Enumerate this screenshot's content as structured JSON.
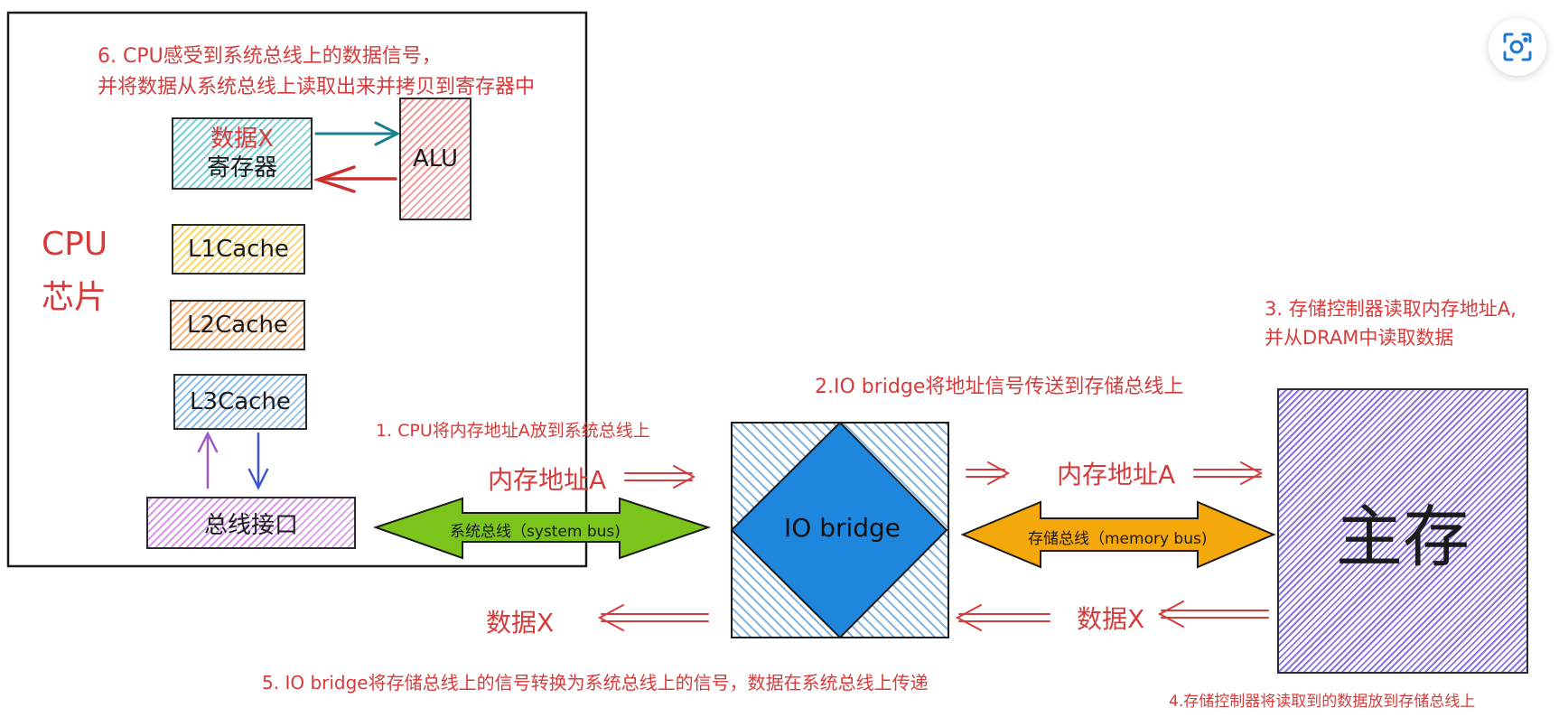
{
  "cpu": {
    "title_line1": "CPU",
    "title_line2": "芯片",
    "register_value": "数据X",
    "register_label": "寄存器",
    "alu_label": "ALU",
    "l1_label": "L1Cache",
    "l2_label": "L2Cache",
    "l3_label": "L3Cache",
    "bus_interface_label": "总线接口"
  },
  "steps": {
    "step1": "1. CPU将内存地址A放到系统总线上",
    "step2": "2.IO bridge将地址信号传送到存储总线上",
    "step3_line1": "3. 存储控制器读取内存地址A,",
    "step3_line2": "并从DRAM中读取数据",
    "step4": "4.存储控制器将读取到的数据放到存储总线上",
    "step5": "5. IO bridge将存储总线上的信号转换为系统总线上的信号，数据在系统总线上传递",
    "step6_line1": "6. CPU感受到系统总线上的数据信号，",
    "step6_line2": "并将数据从系统总线上读取出来并拷贝到寄存器中"
  },
  "flow": {
    "address_left": "内存地址A",
    "address_right": "内存地址A",
    "data_left": "数据X",
    "data_right": "数据X"
  },
  "buses": {
    "system_bus": "系统总线（system bus)",
    "memory_bus": "存储总线（memory bus)"
  },
  "io_bridge": {
    "label": "IO bridge"
  },
  "main_memory": {
    "label": "主存"
  },
  "colors": {
    "annotation_red": "#d53b3b",
    "system_bus_green": "#7ac41c",
    "memory_bus_orange": "#f5a80c",
    "io_bridge_blue": "#1f86dd",
    "memory_purple": "#8a73e6"
  },
  "toolbar": {
    "scan_icon": "scan-icon"
  }
}
